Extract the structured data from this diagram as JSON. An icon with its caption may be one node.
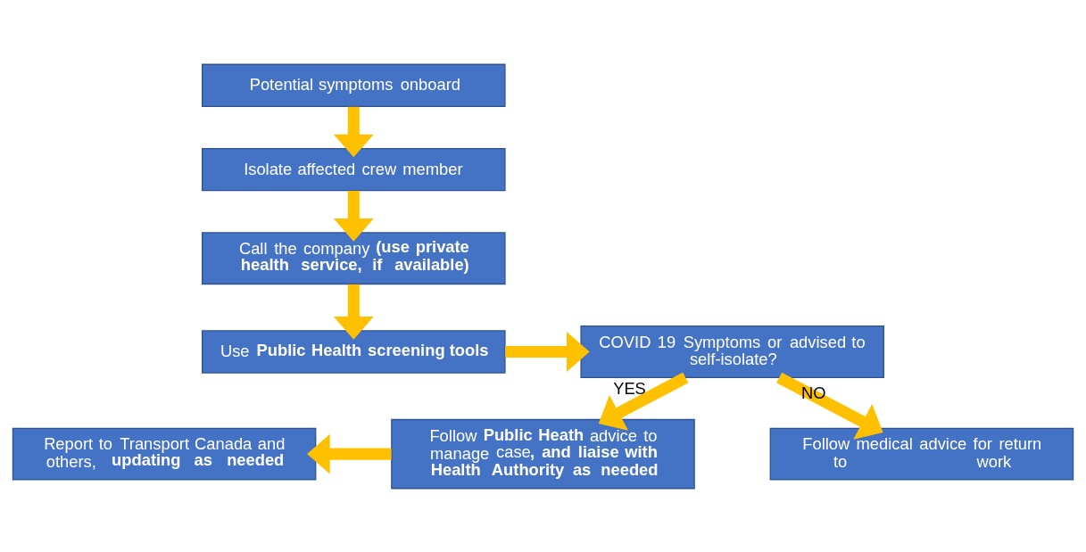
{
  "diagram": {
    "nodes": [
      {
        "text": [
          "Potential symptoms onboard"
        ]
      },
      {
        "text": [
          "Isolate affected crew member"
        ]
      },
      {
        "text": [
          "Call the company **(use private health service, if available)**"
        ]
      },
      {
        "text": [
          "Use **Public Health screening tools**"
        ]
      },
      {
        "text": [
          "COVID 19 Symptoms or advised to self-isolate?"
        ]
      },
      {
        "text": [
          "Follow **Public Heath** advice to manage case**, and liaise with Health Authority as needed**"
        ]
      },
      {
        "text": [
          "Follow medical advice for return to work"
        ]
      },
      {
        "text": [
          "Report to Transport Canada and others, **updating as needed**"
        ]
      }
    ],
    "edges": [
      {
        "from": 0,
        "to": 1,
        "arrow": "to"
      },
      {
        "from": 1,
        "to": 2,
        "arrow": "to"
      },
      {
        "from": 2,
        "to": 3,
        "arrow": "to"
      },
      {
        "from": 3,
        "to": 4,
        "arrow": "to"
      },
      {
        "from": 4,
        "to": 5,
        "arrow": "to",
        "label": "YES"
      },
      {
        "from": 4,
        "to": 6,
        "arrow": "to",
        "label": "NO"
      },
      {
        "from": 5,
        "to": 7,
        "arrow": "to"
      }
    ]
  }
}
